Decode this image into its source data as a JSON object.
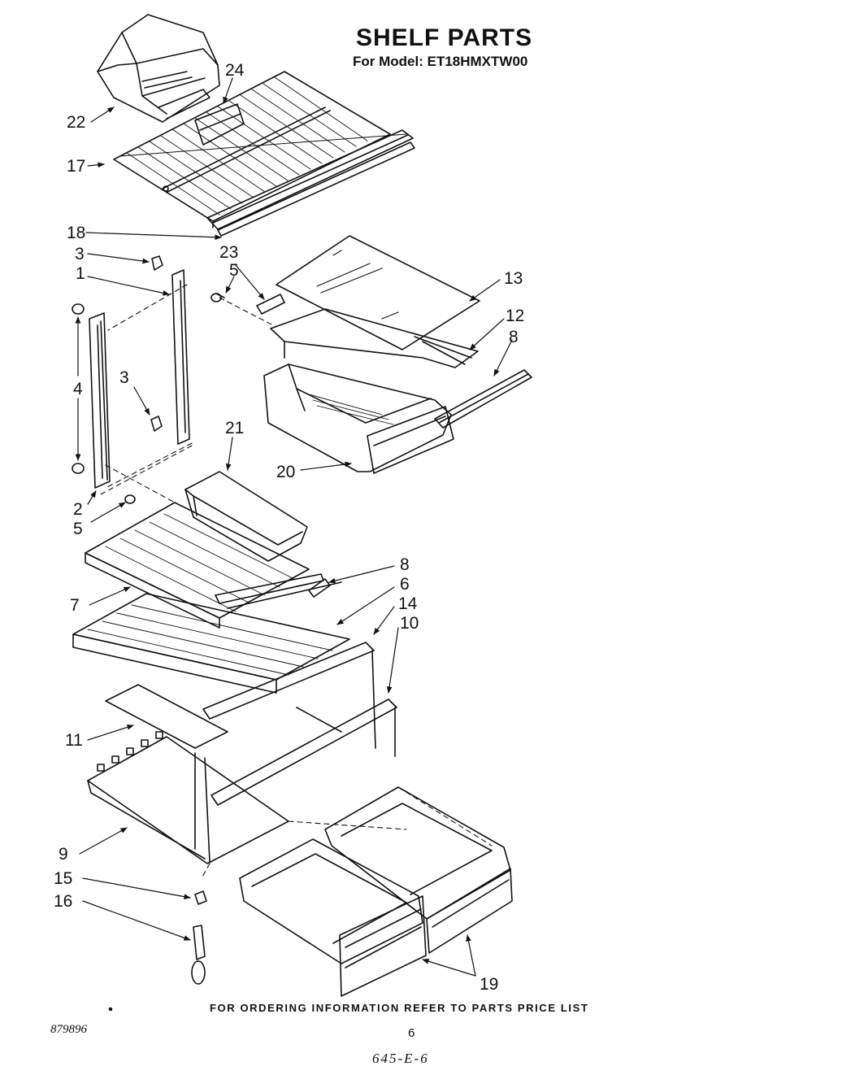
{
  "header": {
    "title": "SHELF PARTS",
    "model": "For Model: ET18HMXTW00"
  },
  "callouts": [
    "22",
    "24",
    "17",
    "18",
    "3",
    "23",
    "5",
    "1",
    "13",
    "12",
    "8",
    "4",
    "3",
    "21",
    "20",
    "2",
    "5",
    "8",
    "6",
    "7",
    "14",
    "10",
    "11",
    "9",
    "15",
    "16",
    "19"
  ],
  "footer": {
    "ordering": "FOR ORDERING INFORMATION REFER TO PARTS PRICE LIST",
    "doc_number": "879896",
    "page_number": "6",
    "handwritten_code": "645-E-6"
  }
}
